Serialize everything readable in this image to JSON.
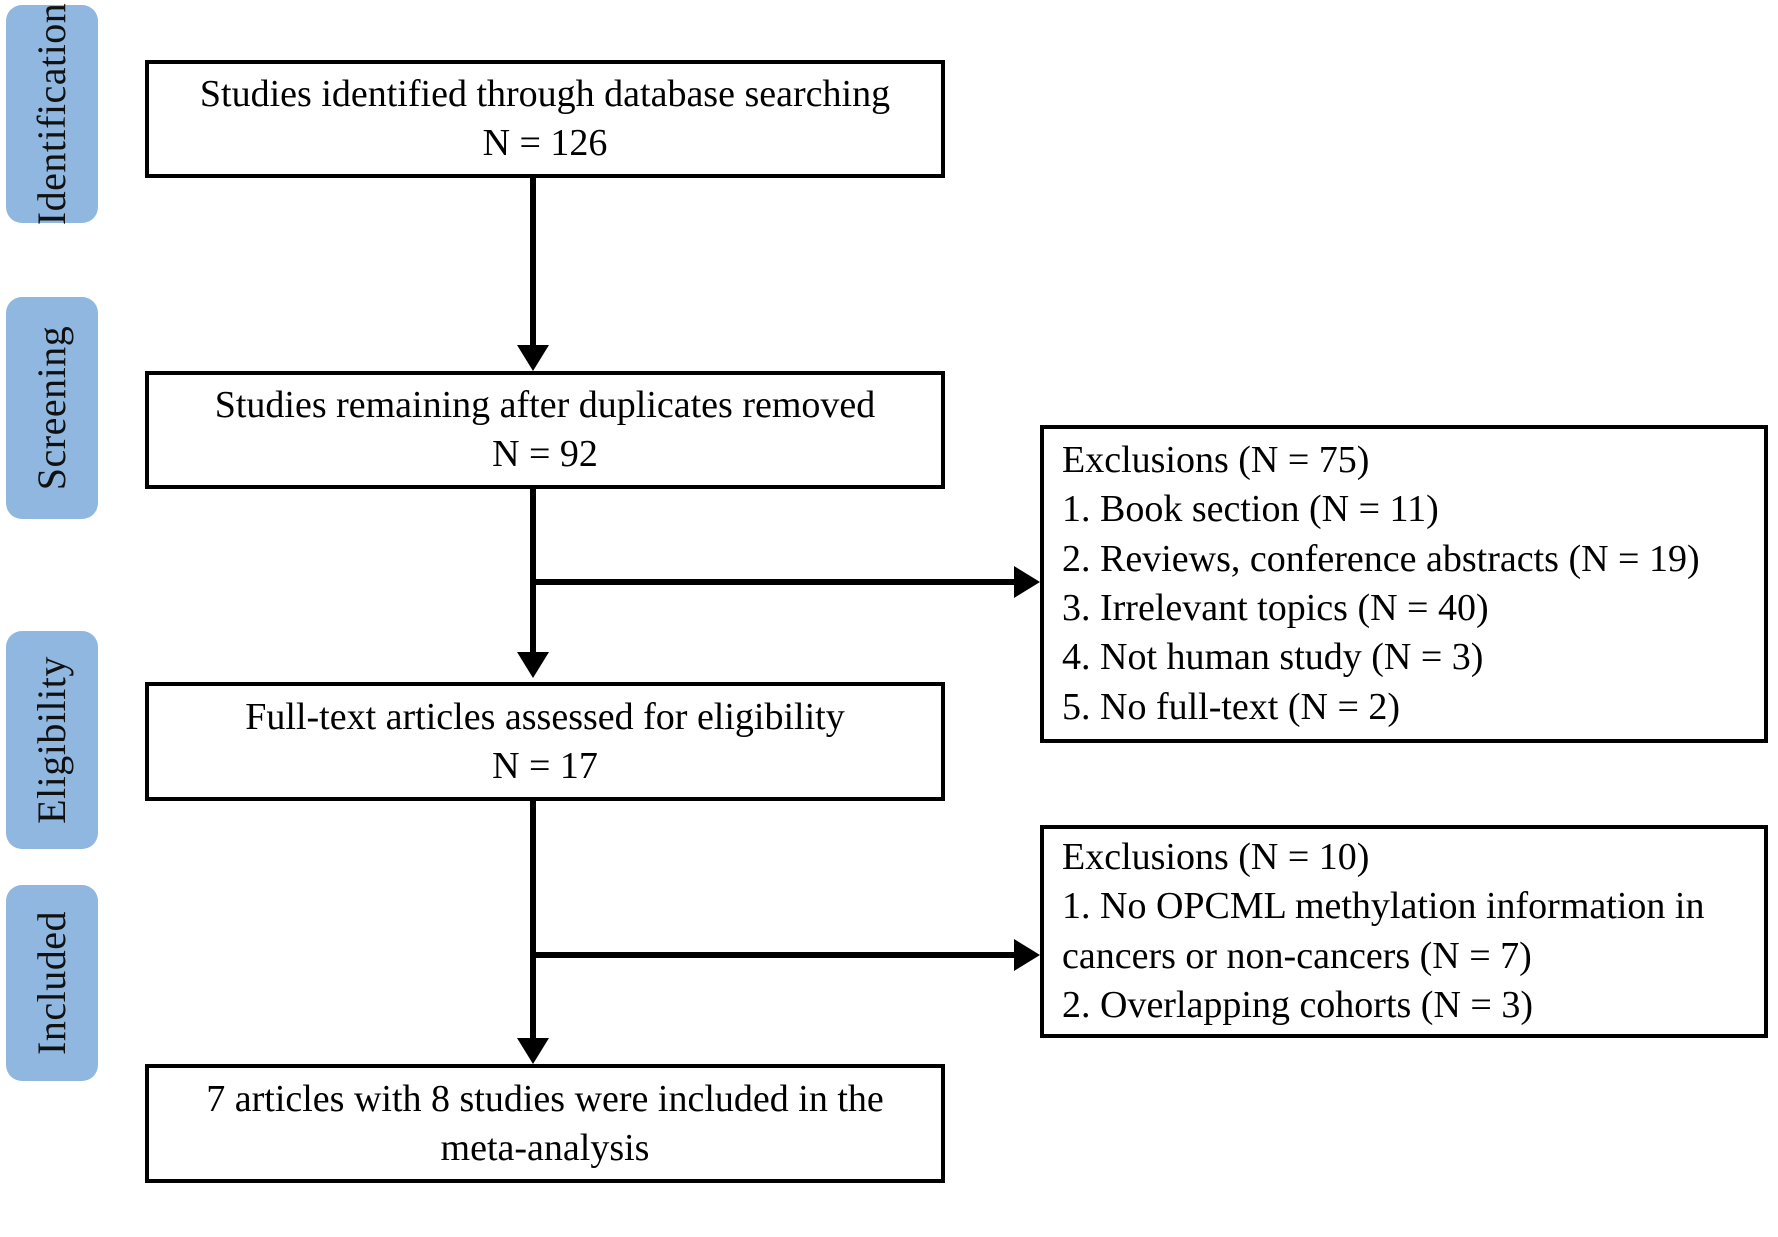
{
  "figure": {
    "type": "prisma-flow-diagram",
    "accent_color": "#8fb7e0",
    "line_color": "#000000",
    "background_color": "#ffffff"
  },
  "stages": [
    {
      "label": "Identification"
    },
    {
      "label": "Screening"
    },
    {
      "label": "Eligibility"
    },
    {
      "label": "Included"
    }
  ],
  "flow_boxes": [
    {
      "line1": "Studies identified through database searching",
      "line2": "N = 126"
    },
    {
      "line1": "Studies remaining after duplicates removed",
      "line2": "N = 92"
    },
    {
      "line1": "Full-text articles assessed for eligibility",
      "line2": "N = 17"
    },
    {
      "line1": "7 articles with 8 studies were included in the",
      "line2": "meta-analysis"
    }
  ],
  "exclusion_boxes": [
    {
      "header": "Exclusions (N = 75)",
      "items": [
        "1. Book section (N = 11)",
        "2. Reviews, conference abstracts (N = 19)",
        "3. Irrelevant topics (N = 40)",
        "4. Not human study (N = 3)",
        "5. No full-text (N = 2)"
      ]
    },
    {
      "header": "Exclusions (N = 10)",
      "items": [
        "1. No OPCML methylation information in",
        "cancers or non-cancers (N = 7)",
        "2. Overlapping cohorts (N = 3)"
      ]
    }
  ],
  "chart_data": {
    "type": "flowchart",
    "title": "PRISMA study selection flow",
    "nodes": [
      {
        "id": "identified",
        "stage": "Identification",
        "label": "Studies identified through database searching",
        "n": 126
      },
      {
        "id": "after_duplicates",
        "stage": "Screening",
        "label": "Studies remaining after duplicates removed",
        "n": 92
      },
      {
        "id": "full_text_assessed",
        "stage": "Eligibility",
        "label": "Full-text articles assessed for eligibility",
        "n": 17
      },
      {
        "id": "included",
        "stage": "Included",
        "label": "7 articles with 8 studies were included in the meta-analysis",
        "articles": 7,
        "studies": 8
      },
      {
        "id": "exclusions_screening",
        "label": "Exclusions",
        "n": 75,
        "reasons": [
          {
            "label": "Book section",
            "n": 11
          },
          {
            "label": "Reviews, conference abstracts",
            "n": 19
          },
          {
            "label": "Irrelevant topics",
            "n": 40
          },
          {
            "label": "Not human study",
            "n": 3
          },
          {
            "label": "No full-text",
            "n": 2
          }
        ]
      },
      {
        "id": "exclusions_eligibility",
        "label": "Exclusions",
        "n": 10,
        "reasons": [
          {
            "label": "No OPCML methylation information in cancers or non-cancers",
            "n": 7
          },
          {
            "label": "Overlapping cohorts",
            "n": 3
          }
        ]
      }
    ],
    "edges": [
      {
        "from": "identified",
        "to": "after_duplicates"
      },
      {
        "from": "after_duplicates",
        "to": "exclusions_screening"
      },
      {
        "from": "after_duplicates",
        "to": "full_text_assessed"
      },
      {
        "from": "full_text_assessed",
        "to": "exclusions_eligibility"
      },
      {
        "from": "full_text_assessed",
        "to": "included"
      }
    ]
  }
}
